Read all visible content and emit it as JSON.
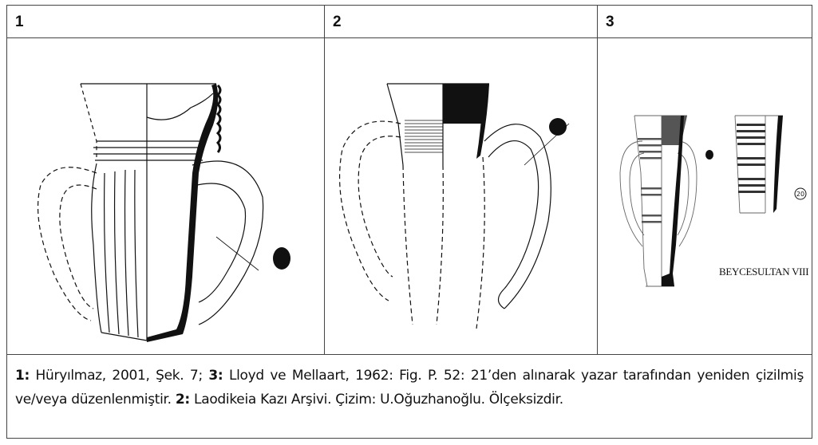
{
  "headers": [
    "1",
    "2",
    "3"
  ],
  "figure3_label": "BEYCESULTAN VIII",
  "figure3_scale_mark": "20",
  "caption": {
    "ref1_num": "1:",
    "ref1_text": " Hüryılmaz, 2001, Şek. 7; ",
    "ref3_num": "3:",
    "ref3_text": " Lloyd ve Mellaart, 1962: Fig. P. 52: 21’den alınarak yazar tarafından yeniden çizilmiş ve/veya düzenlenmiştir. ",
    "ref2_num": "2:",
    "ref2_text": " Laodikeia Kazı Arşivi. Çizim: U.Oğuzhanoğlu. Ölçeksizdir."
  }
}
